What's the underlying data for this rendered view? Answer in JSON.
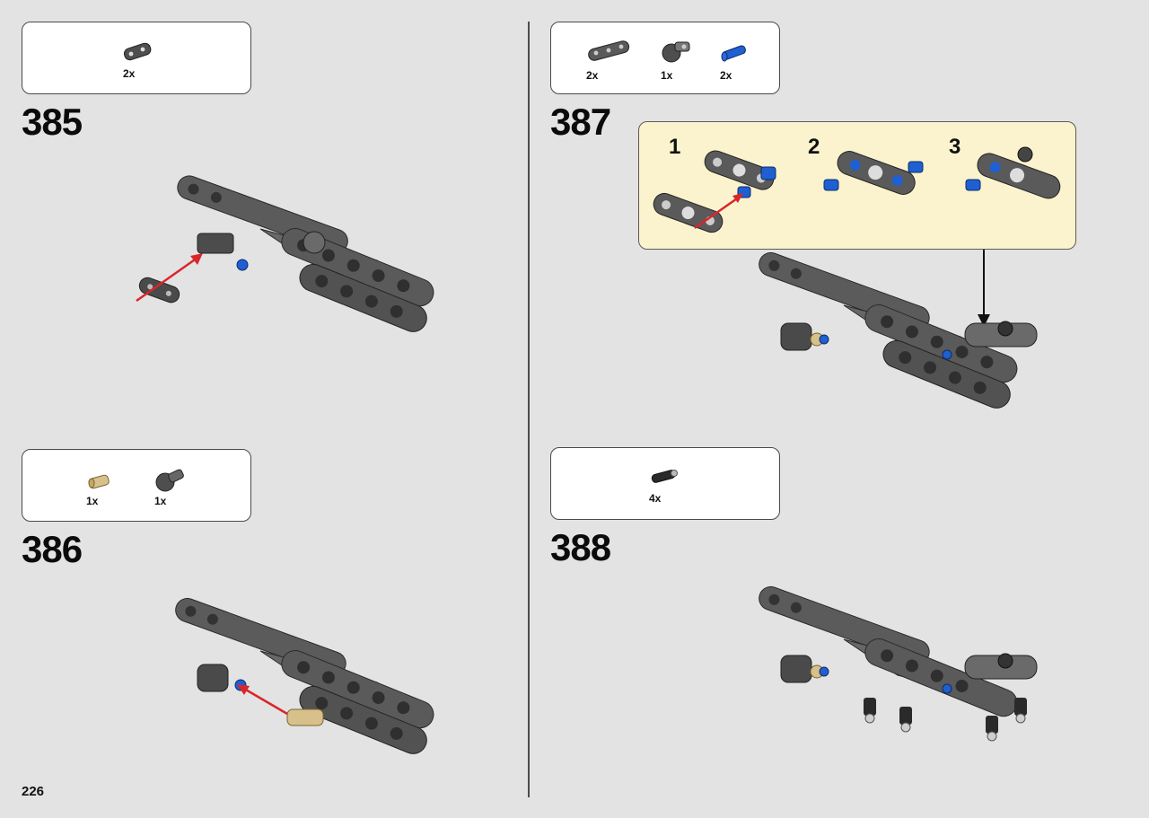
{
  "page": {
    "number": "226"
  },
  "steps": [
    {
      "number": "385",
      "parts": [
        {
          "name": "beam-connector",
          "qty": "2x"
        }
      ]
    },
    {
      "number": "386",
      "parts": [
        {
          "name": "tan-pin",
          "qty": "1x"
        },
        {
          "name": "angle-connector",
          "qty": "1x"
        }
      ]
    },
    {
      "number": "387",
      "parts": [
        {
          "name": "beam-3",
          "qty": "2x"
        },
        {
          "name": "angle-connector",
          "qty": "1x"
        },
        {
          "name": "blue-axle-pin",
          "qty": "2x"
        }
      ],
      "subassembly": {
        "steps": [
          "1",
          "2",
          "3"
        ]
      }
    },
    {
      "number": "388",
      "parts": [
        {
          "name": "black-pin-with-ball",
          "qty": "4x"
        }
      ]
    }
  ],
  "colors": {
    "background": "#e3e3e3",
    "dark-grey-part": "#5b5b5b",
    "light-grey-part": "#a9a9a9",
    "blue-part": "#1f5fd1",
    "tan-part": "#d7c08a",
    "arrow-red": "#d8262b",
    "subassembly-bg": "#fbf3cd"
  }
}
